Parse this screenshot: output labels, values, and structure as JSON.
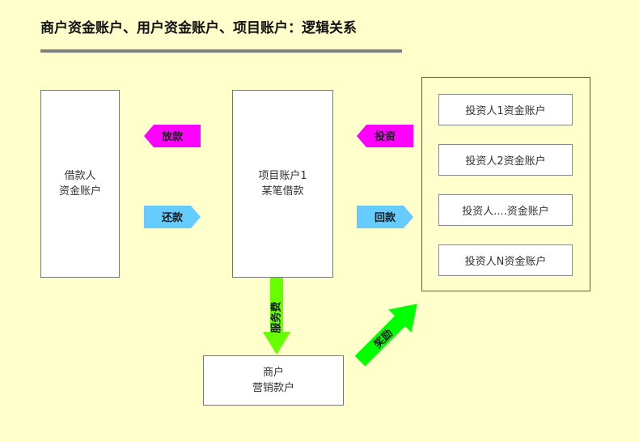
{
  "title": "商户资金账户、用户资金账户、项目账户：逻辑关系",
  "borrower": {
    "line1": "借款人",
    "line2": "资金账户"
  },
  "project": {
    "line1": "项目账户1",
    "line2": "某笔借款"
  },
  "merchant": {
    "line1": "商户",
    "line2": "营销款户"
  },
  "investors": [
    "投资人1资金账户",
    "投资人2资金账户",
    "投资人....资金账户",
    "投资人N资金账户"
  ],
  "arrows": {
    "disburse": "放款",
    "repay": "还款",
    "invest": "投资",
    "return": "回款",
    "service_fee": "服务费",
    "reward": "奖励"
  },
  "colors": {
    "background": "#ffffcc",
    "magenta_arrow": "#ff00ff",
    "blue_arrow": "#66ccff",
    "green_arrow": "#66ff00",
    "bright_green_arrow": "#00ff00",
    "group_border": "#d0262d"
  }
}
